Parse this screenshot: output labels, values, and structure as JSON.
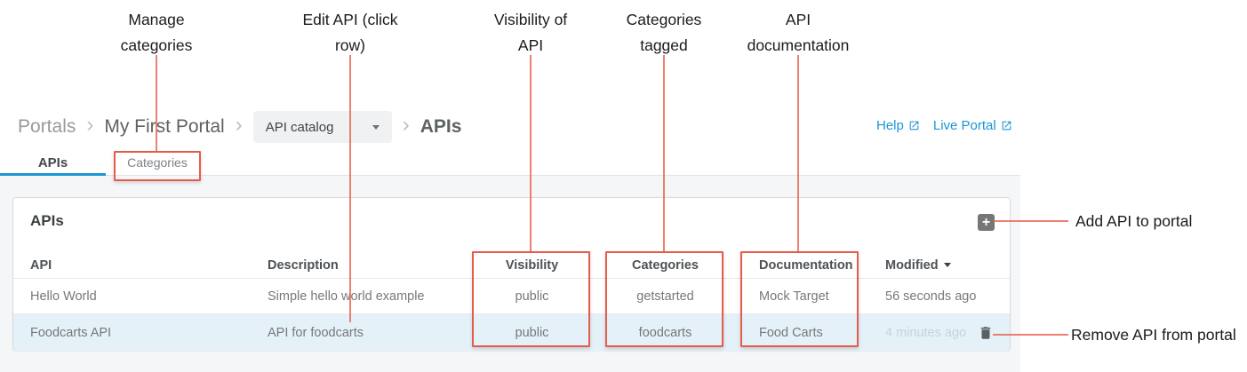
{
  "callouts": {
    "top": [
      {
        "text": "Manage categories"
      },
      {
        "text": "Edit API (click row)"
      },
      {
        "text": "Visibility of API"
      },
      {
        "text": "Categories tagged"
      },
      {
        "text": "API documentation"
      }
    ],
    "add_api": "Add API to portal",
    "remove_api": "Remove API from portal"
  },
  "breadcrumb": {
    "root": "Portals",
    "portal": "My First Portal",
    "catalog_dropdown": "API catalog",
    "current": "APIs"
  },
  "header_links": {
    "help": "Help",
    "live_portal": "Live Portal"
  },
  "tabs": {
    "apis": "APIs",
    "categories": "Categories"
  },
  "panel": {
    "title": "APIs",
    "add_button": "+"
  },
  "table": {
    "headers": {
      "api": "API",
      "description": "Description",
      "visibility": "Visibility",
      "categories": "Categories",
      "documentation": "Documentation",
      "modified": "Modified"
    },
    "rows": [
      {
        "api": "Hello World",
        "description": "Simple hello world example",
        "visibility": "public",
        "categories": "getstarted",
        "documentation": "Mock Target",
        "modified": "56 seconds ago"
      },
      {
        "api": "Foodcarts API",
        "description": "API for foodcarts",
        "visibility": "public",
        "categories": "foodcarts",
        "documentation": "Food Carts",
        "modified": "4 minutes ago"
      }
    ]
  },
  "colors": {
    "accent_blue": "#1b96d5",
    "annotation_red": "#e55c4b",
    "selected_row": "#e4f1f8"
  }
}
